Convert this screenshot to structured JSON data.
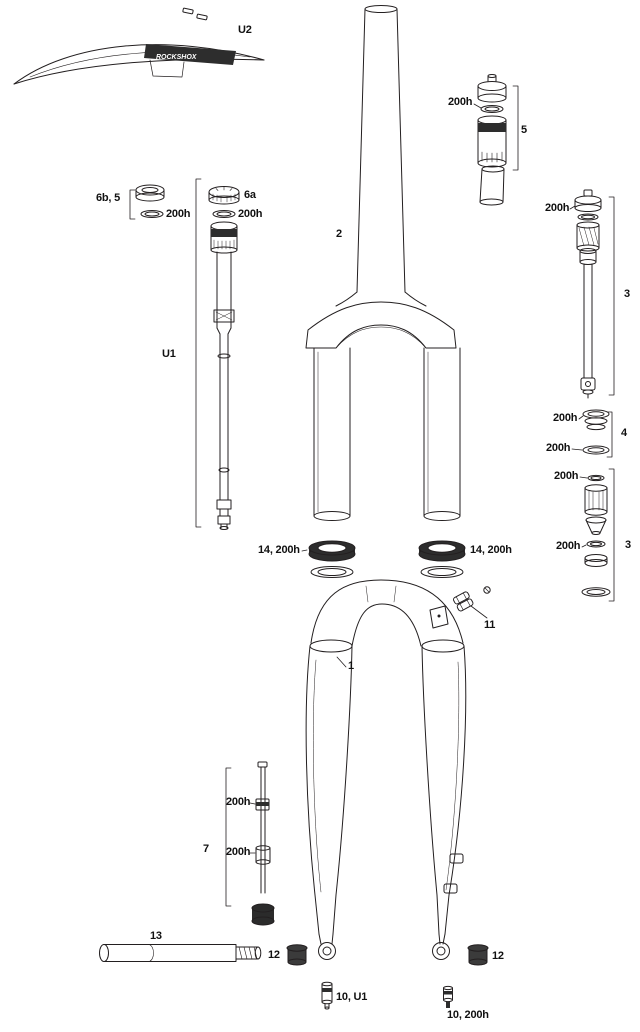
{
  "colors": {
    "ink": "#231f20",
    "dark_fill": "#2d2d2d",
    "background": "#ffffff"
  },
  "fender": {
    "logo": "ROCKSHOX"
  },
  "labels": [
    {
      "id": "fender-u2",
      "text": "U2"
    },
    {
      "id": "air-ring-200h",
      "text": "200h"
    },
    {
      "id": "air-assembly-5",
      "text": "5"
    },
    {
      "id": "left-cap-6b5",
      "text": "6b, 5"
    },
    {
      "id": "left-cap-200h",
      "text": "200h"
    },
    {
      "id": "adjuster-6a",
      "text": "6a"
    },
    {
      "id": "adjuster-200h",
      "text": "200h"
    },
    {
      "id": "csu-2",
      "text": "2"
    },
    {
      "id": "shaft-top-200h",
      "text": "200h"
    },
    {
      "id": "shaft-3",
      "text": "3"
    },
    {
      "id": "damper-u1",
      "text": "U1"
    },
    {
      "id": "seals4-top-200h",
      "text": "200h"
    },
    {
      "id": "seals4-bottom-200h",
      "text": "200h"
    },
    {
      "id": "seals-4",
      "text": "4"
    },
    {
      "id": "stack3-top-200h",
      "text": "200h"
    },
    {
      "id": "stack3-bottom-200h",
      "text": "200h"
    },
    {
      "id": "stack-3",
      "text": "3"
    },
    {
      "id": "seal-left-14",
      "text": "14, 200h"
    },
    {
      "id": "seal-right-14",
      "text": "14, 200h"
    },
    {
      "id": "clip-11",
      "text": "11"
    },
    {
      "id": "lowers-1",
      "text": "1"
    },
    {
      "id": "rebound-top-200h",
      "text": "200h"
    },
    {
      "id": "rebound-bottom-200h",
      "text": "200h"
    },
    {
      "id": "rebound-7",
      "text": "7"
    },
    {
      "id": "axle-13",
      "text": "13"
    },
    {
      "id": "bolt-left-12",
      "text": "12"
    },
    {
      "id": "bolt-right-12",
      "text": "12"
    },
    {
      "id": "fitting-10-u1",
      "text": "10, U1"
    },
    {
      "id": "fitting-10-200h",
      "text": "10, 200h"
    }
  ]
}
